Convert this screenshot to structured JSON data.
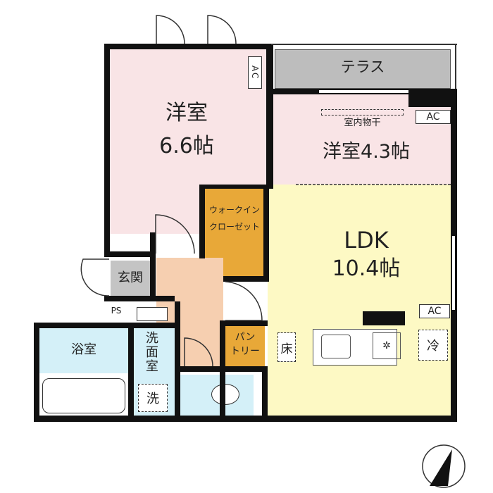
{
  "rooms": {
    "western_room_1": {
      "name": "洋室",
      "size": "6.6帖",
      "color": "#f9e4e6"
    },
    "western_room_2": {
      "name": "洋室4.3帖",
      "color": "#f9e4e6"
    },
    "terrace": {
      "name": "テラス",
      "color": "#bdbdbd"
    },
    "ldk": {
      "name": "LDK",
      "size": "10.4帖",
      "color": "#fdf9c4"
    },
    "walk_in_closet": {
      "line1": "ウォークイン",
      "line2": "クローゼット",
      "color": "#e8a838"
    },
    "entrance": {
      "name": "玄関",
      "color": "#c4c4c4"
    },
    "hall": {
      "color": "#f6cfb0"
    },
    "ps": {
      "name": "PS"
    },
    "bathroom": {
      "name": "浴室",
      "color": "#d4f0f8"
    },
    "washroom": {
      "name": "洗面室",
      "color": "#d4f0f8"
    },
    "pantry": {
      "line1": "パン",
      "line2": "トリー",
      "color": "#e8a838"
    },
    "toilet": {
      "color": "#d4f0f8"
    }
  },
  "fixtures": {
    "ac_label": "AC",
    "ac_vertical": "AC",
    "indoor_drying": "室内物干",
    "floor_heating": "床",
    "fridge": "冷",
    "washer": "洗"
  }
}
